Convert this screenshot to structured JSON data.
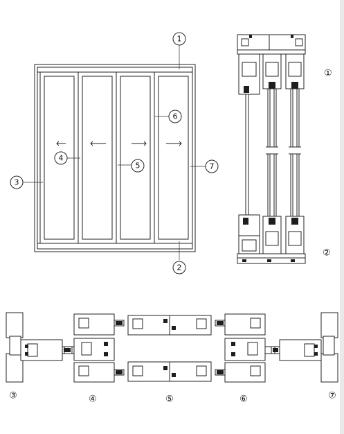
{
  "callouts": {
    "c1": "1",
    "c2": "2",
    "c3": "3",
    "c4": "4",
    "c5": "5",
    "c6": "6",
    "c7": "7"
  },
  "section_labels": {
    "s1": "①",
    "s2": "②",
    "s3": "③",
    "s4": "④",
    "s5": "⑤",
    "s6": "⑥",
    "s7": "⑦"
  },
  "panels": {
    "arrows": [
      "left",
      "left",
      "right",
      "right"
    ]
  }
}
